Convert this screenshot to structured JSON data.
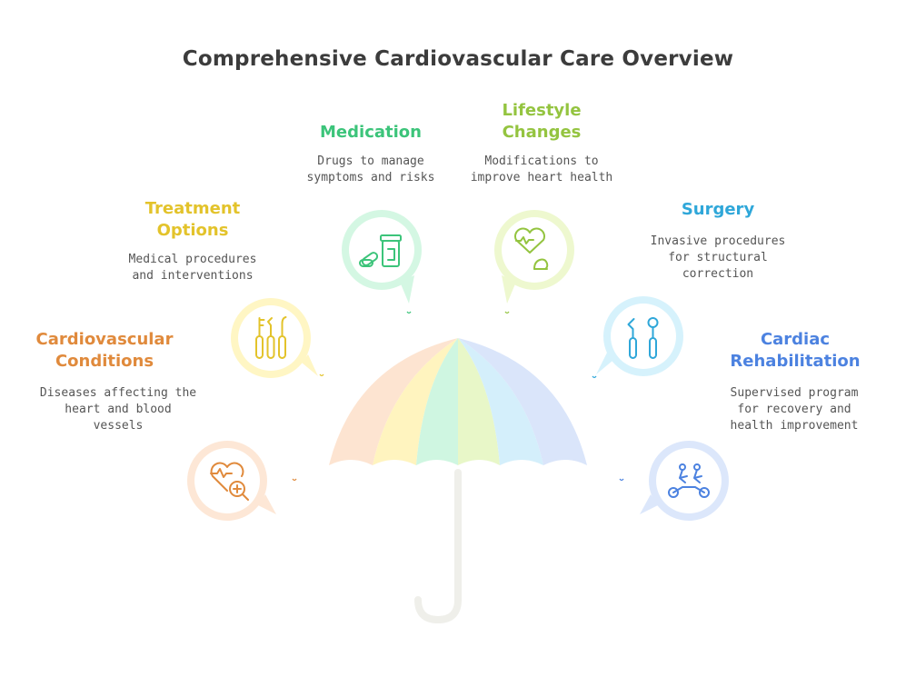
{
  "title": "Comprehensive Cardiovascular Care Overview",
  "items": [
    {
      "heading": "Cardiovascular\nConditions",
      "description": "Diseases affecting the\nheart and blood\nvessels",
      "color": "#E08A3C",
      "fill": "#FDE7D6",
      "icon": "heart-magnify-icon"
    },
    {
      "heading": "Treatment\nOptions",
      "description": "Medical procedures\nand interventions",
      "color": "#E3C32B",
      "fill": "#FFF6C4",
      "icon": "medical-instruments-icon"
    },
    {
      "heading": "Medication",
      "description": "Drugs to manage\nsymptoms and risks",
      "color": "#3CC47A",
      "fill": "#D4F7E3",
      "icon": "pill-bottle-icon"
    },
    {
      "heading": "Lifestyle\nChanges",
      "description": "Modifications to\nimprove heart health",
      "color": "#94C440",
      "fill": "#EEF8CF",
      "icon": "heart-muscle-icon"
    },
    {
      "heading": "Surgery",
      "description": "Invasive procedures\nfor structural\ncorrection",
      "color": "#2FA7D9",
      "fill": "#D6F2FC",
      "icon": "surgical-tools-icon"
    },
    {
      "heading": "Cardiac\nRehabilitation",
      "description": "Supervised program\nfor recovery and\nhealth improvement",
      "color": "#4C82E0",
      "fill": "#DCE7FB",
      "icon": "tandem-bike-icon"
    }
  ],
  "umbrella": {
    "panel_colors": [
      "#FDE4D1",
      "#FFF4BF",
      "#CFF6E1",
      "#E8F7C8",
      "#D4EFFB",
      "#DAE5FA"
    ],
    "handle_color": "#EFEFEA"
  }
}
